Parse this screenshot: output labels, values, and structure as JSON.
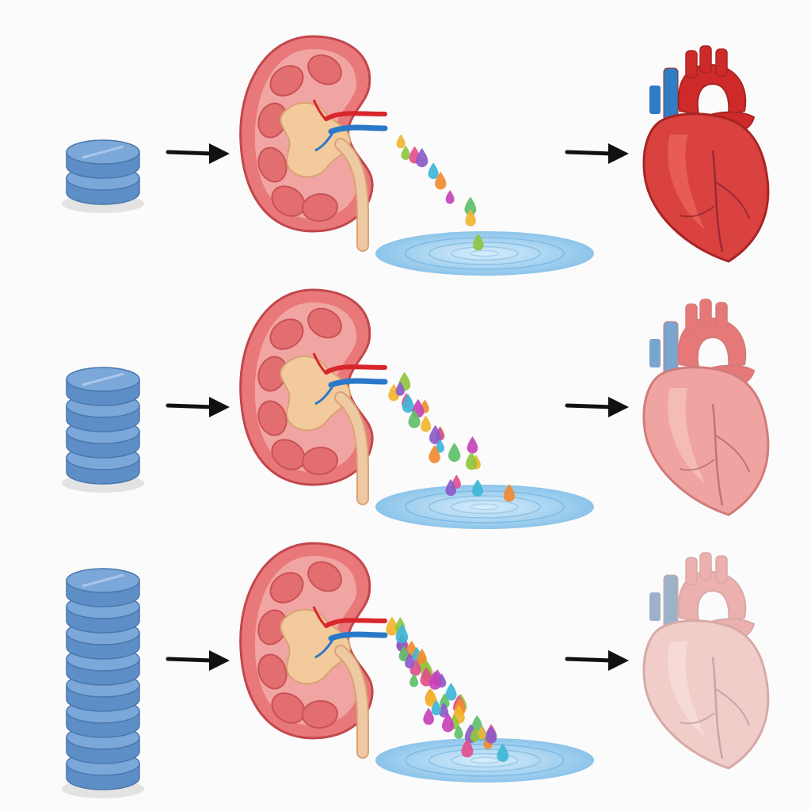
{
  "rows": [
    {
      "dose_tablets": 2,
      "droplet_count": 10,
      "heart": {
        "body": "#d9423e",
        "body_light": "#ec6a5c",
        "aorta": "#cf2a2a",
        "vein": "#2f7dc4",
        "outline": "#a82424",
        "vessel_line": "#8a2434"
      }
    },
    {
      "dose_tablets": 4,
      "droplet_count": 22,
      "heart": {
        "body": "#efa4a2",
        "body_light": "#f8c4bd",
        "aorta": "#e77878",
        "vein": "#7aa5cf",
        "outline": "#d27b78",
        "vessel_line": "#b06a72"
      }
    },
    {
      "dose_tablets": 8,
      "droplet_count": 45,
      "heart": {
        "body": "#f1cdca",
        "body_light": "#f8e0dc",
        "aorta": "#ecb0ae",
        "vein": "#9cb2c8",
        "outline": "#d8aaa6",
        "vessel_line": "#c09a9c"
      }
    }
  ],
  "colors": {
    "tablet": "#7ba7d9",
    "tablet_dark": "#5e8ec6",
    "arrow": "#111111",
    "kidney_outer": "#e9787a",
    "kidney_cortex": "#f0a5a2",
    "kidney_pelvis": "#f3ca9c",
    "ureter": "#efc9a4",
    "artery": "#d8262c",
    "vein": "#2a78c8",
    "pool": "#a9d3ef",
    "droplets": [
      "#f2b430",
      "#8ec63f",
      "#e24f8c",
      "#8c5bc8",
      "#3fb6d6",
      "#f28b30",
      "#c542b8",
      "#5fbf6b"
    ]
  },
  "icons": [
    "tablet-stack-icon",
    "arrow-right-icon",
    "kidney-icon",
    "droplet-icon",
    "water-pool-icon",
    "heart-icon"
  ]
}
